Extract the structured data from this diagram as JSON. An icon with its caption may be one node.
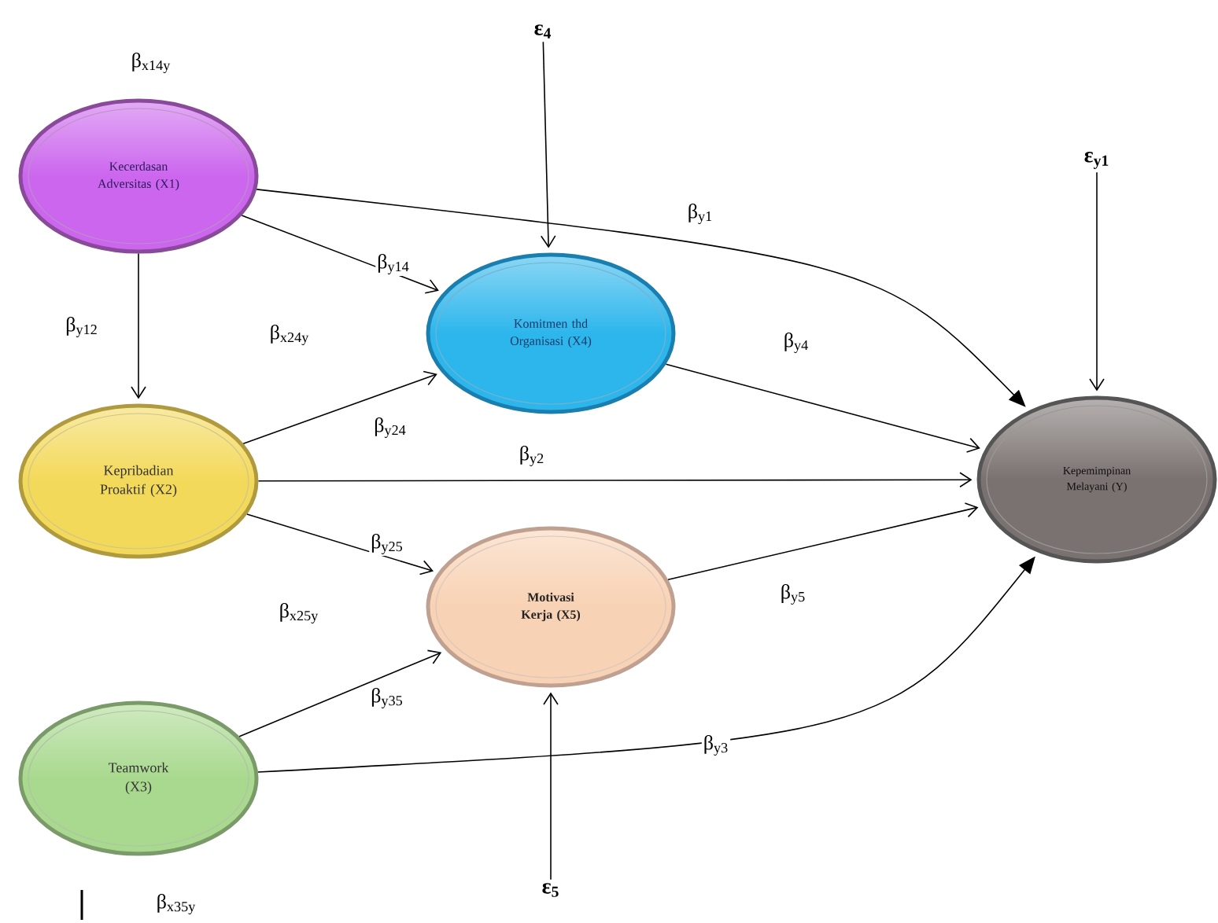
{
  "diagram": {
    "nodes": [
      {
        "text": [
          "Kecerdasan Adversitas (X1)"
        ]
      },
      {
        "text": [
          "Kepribadian Proaktif (X2)"
        ]
      },
      {
        "text": [
          "Teamwork (X3)"
        ]
      },
      {
        "text": [
          "Komitmen thd Organisasi (X4)"
        ]
      },
      {
        "text": [
          "Motivasi Kerja (X5)"
        ]
      },
      {
        "text": [
          "Kepemimpinan Melayani (Y)"
        ]
      },
      {
        "text": [
          "ε$_{4}$"
        ]
      },
      {
        "text": [
          "ε$_{y1}$"
        ]
      },
      {
        "text": [
          "ε$_{5}$"
        ]
      }
    ],
    "edges": [
      {
        "from": 0,
        "to": 1,
        "arrow": "to",
        "label": "β$_{y12}$"
      },
      {
        "from": 0,
        "to": 3,
        "arrow": "to",
        "label": "β$_{y14}$"
      },
      {
        "from": 1,
        "to": 3,
        "arrow": "to",
        "label": "β$_{y24}$"
      },
      {
        "from": 0,
        "to": 5,
        "arrow": "to",
        "label": "β$_{y1}$"
      },
      {
        "from": 3,
        "to": 5,
        "arrow": "to",
        "label": "β$_{y4}$"
      },
      {
        "from": 1,
        "to": 5,
        "arrow": "to",
        "label": "β$_{y2}$"
      },
      {
        "from": 1,
        "to": 4,
        "arrow": "to",
        "label": "β$_{y25}$"
      },
      {
        "from": 2,
        "to": 4,
        "arrow": "to",
        "label": "β$_{y35}$"
      },
      {
        "from": 4,
        "to": 5,
        "arrow": "to",
        "label": "β$_{y5}$"
      },
      {
        "from": 2,
        "to": 5,
        "arrow": "to",
        "label": "β$_{y3}$"
      },
      {
        "from": 6,
        "to": 3,
        "arrow": "to"
      },
      {
        "from": 7,
        "to": 5,
        "arrow": "to"
      },
      {
        "from": 8,
        "to": 4,
        "arrow": "to"
      }
    ],
    "labels": [
      "β$_{x14y}$",
      "β$_{x24y}$",
      "β$_{x25y}$",
      "β$_{x35y}$"
    ]
  }
}
